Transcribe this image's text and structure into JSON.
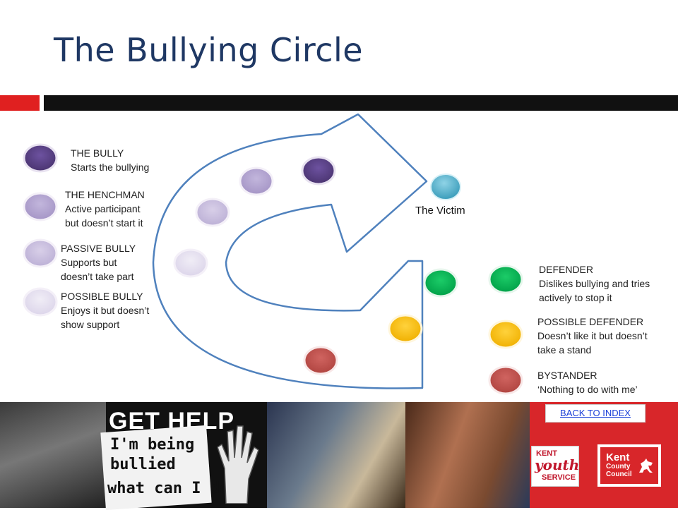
{
  "title": "The Bullying Circle",
  "colors": {
    "title": "#1f3864",
    "bully": "#5b4280",
    "henchman": "#b3a6cf",
    "passive": "#c9bedd",
    "possible_bully": "#e6e1ee",
    "victim": "#4bacc6",
    "defender": "#00b050",
    "possible_defender": "#ffc000",
    "bystander": "#c0504d",
    "arrow_outline": "#4f81bd"
  },
  "victim": {
    "label": "The Victim"
  },
  "roles_left": [
    {
      "name": "THE BULLY",
      "description": [
        "Starts the bullying"
      ]
    },
    {
      "name": "THE HENCHMAN",
      "description": [
        "Active participant",
        "but doesn’t start it"
      ]
    },
    {
      "name": "PASSIVE BULLY",
      "description": [
        "Supports but",
        "doesn’t take part"
      ]
    },
    {
      "name": "POSSIBLE BULLY",
      "description": [
        "Enjoys it but doesn’t",
        "show support"
      ]
    }
  ],
  "roles_right": [
    {
      "name": "DEFENDER",
      "description": [
        "Dislikes bullying and tries",
        "actively to stop it"
      ]
    },
    {
      "name": "POSSIBLE DEFENDER",
      "description": [
        "Doesn’t like it but doesn’t",
        "take a stand"
      ]
    },
    {
      "name": "BYSTANDER",
      "description": [
        "‘Nothing to do with me’"
      ]
    }
  ],
  "banner": {
    "get_help": "GET HELP",
    "note_lines": [
      "I'm being",
      "bullied",
      "what can I do?"
    ]
  },
  "back_link": "BACK TO INDEX",
  "logos": {
    "youth": [
      "KENT",
      "youth",
      "SERVICE"
    ],
    "council": [
      "Kent",
      "County",
      "Council"
    ]
  }
}
